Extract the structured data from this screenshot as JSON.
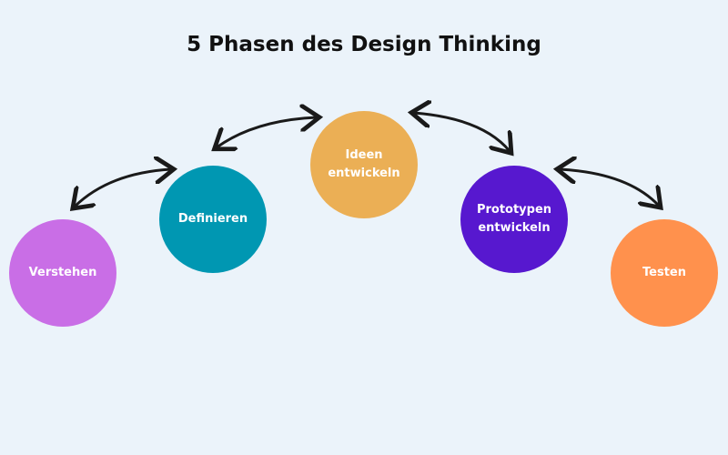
{
  "title": "5 Phasen des Design Thinking",
  "phases": [
    {
      "label": "Verstehen",
      "color": "#c96ee6"
    },
    {
      "label": "Definieren",
      "color": "#0097b2"
    },
    {
      "label": "Ideen entwickeln",
      "color": "#ebaf55"
    },
    {
      "label": "Prototypen entwickeln",
      "color": "#5718cf"
    },
    {
      "label": "Testen",
      "color": "#ff914d"
    }
  ]
}
